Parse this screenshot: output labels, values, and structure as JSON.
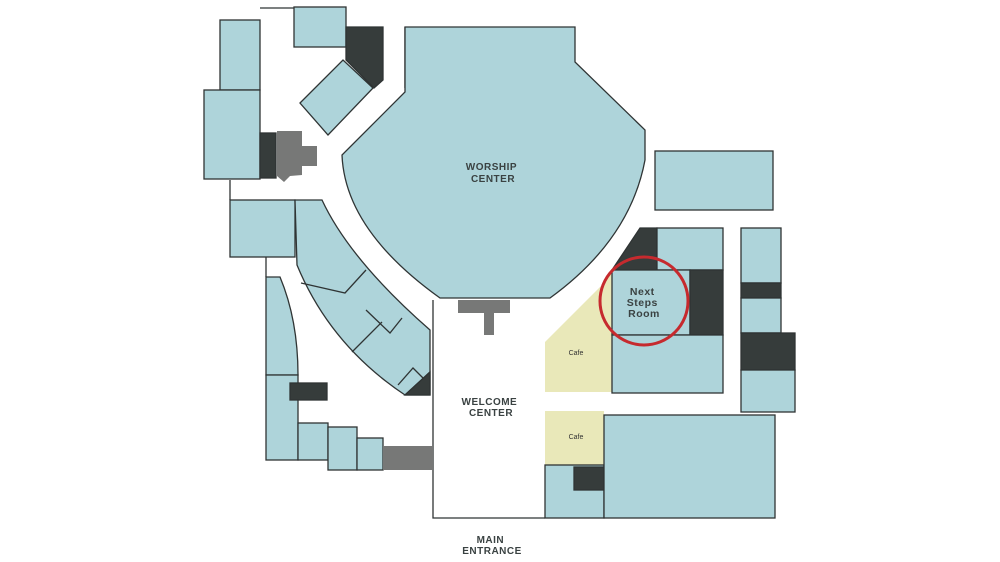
{
  "map": {
    "labels": {
      "worship_center": [
        "WORSHIP",
        "CENTER"
      ],
      "next_steps_room": [
        "Next",
        "Steps",
        "Room"
      ],
      "cafe_1": "Cafe",
      "cafe_2": "Cafe",
      "welcome_center": [
        "WELCOME",
        "CENTER"
      ],
      "main_entrance": [
        "MAIN",
        "ENTRANCE"
      ]
    },
    "highlighted_room": "Next Steps Room",
    "colors": {
      "room": "#aed4da",
      "restricted": "#363c3b",
      "restroom": "#777877",
      "cafe": "#e9e8b9",
      "highlight": "#c62a2e"
    }
  }
}
